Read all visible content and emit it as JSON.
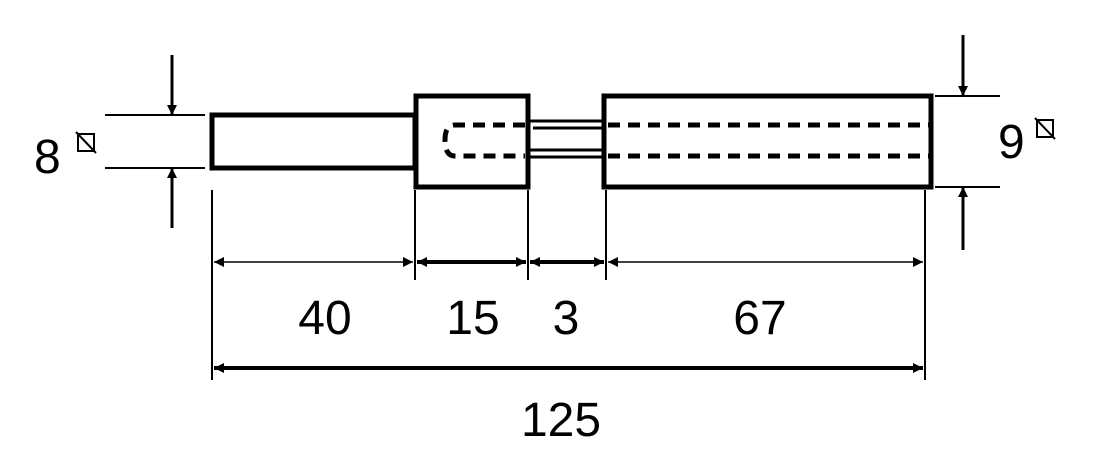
{
  "diameters": {
    "left": "8",
    "right": "9"
  },
  "diameter_symbol": "diameter-icon",
  "segments": [
    "40",
    "15",
    "3",
    "67"
  ],
  "total": "125",
  "colors": {
    "line": "#000000",
    "background": "#ffffff"
  }
}
